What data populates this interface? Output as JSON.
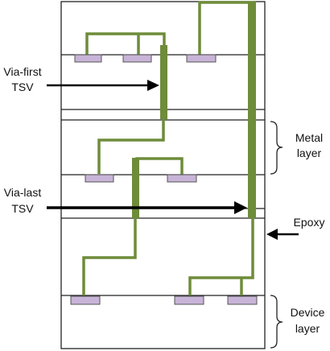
{
  "labels": {
    "via_first": [
      "Via-first",
      "TSV"
    ],
    "via_last": [
      "Via-last",
      "TSV"
    ],
    "metal_layer": [
      "Metal",
      "layer"
    ],
    "epoxy": "Epoxy",
    "device_layer": [
      "Device",
      "layer"
    ]
  },
  "colors": {
    "wire": "#6e8c3a",
    "pad_fill": "#c8b4d8",
    "pad_stroke": "#555555",
    "outline": "#222222",
    "arrow": "#000000",
    "background": "#ffffff"
  }
}
